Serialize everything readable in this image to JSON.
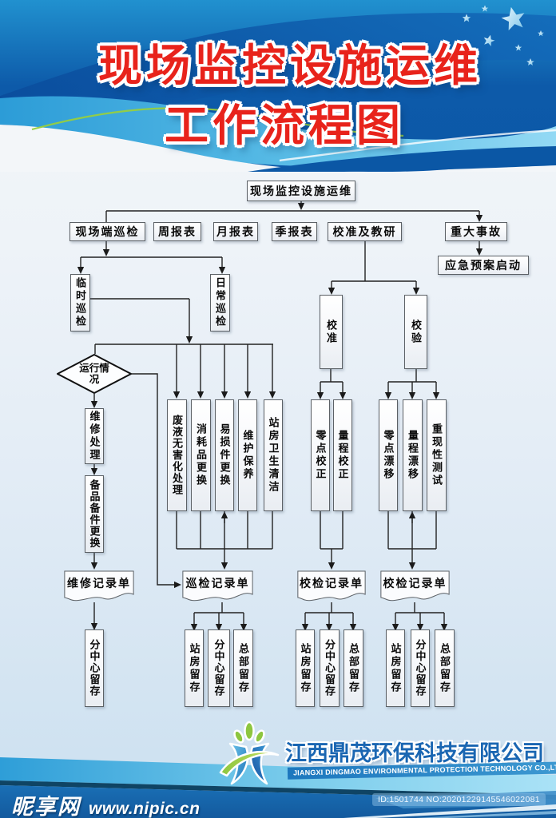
{
  "header": {
    "title_line1": "现场监控设施运维",
    "title_line2": "工作流程图"
  },
  "nodes": {
    "root": "现场监控设施运维",
    "site_inspection": "现场端巡检",
    "weekly_report": "周报表",
    "monthly_report": "月报表",
    "quarterly_report": "季报表",
    "calibration_research": "校准及教研",
    "major_accident": "重大事故",
    "emergency_plan": "应急预案启动",
    "temp_inspection": "临时巡检",
    "daily_inspection": "日常巡检",
    "operation_status": "运行情况",
    "repair_handling": "维修处理",
    "spare_parts_replacement": "备品备件更换",
    "waste_liquid_treatment": "废液无害化处理",
    "consumables_replacement": "消耗品更换",
    "wearing_parts_replacement": "易损件更换",
    "maintenance": "维护保养",
    "station_cleaning": "站房卫生清洁",
    "calibration": "校准",
    "verification": "校验",
    "zero_correction": "零点校正",
    "span_correction": "量程校正",
    "zero_drift": "零点漂移",
    "span_drift": "量程漂移",
    "repeatability_test": "重现性测试",
    "repair_record": "维修记录单",
    "inspection_record": "巡检记录单",
    "calibration_record": "校检记录单",
    "station_retention": "站房留存",
    "branch_retention": "分中心留存",
    "hq_retention": "总部留存"
  },
  "footer": {
    "company_cn": "江西鼎茂环保科技有限公司",
    "company_en": "JIANGXI DINGMAO ENVIRONMENTAL PROTECTION TECHNOLOGY CO.,LTD"
  },
  "watermark": {
    "site_name": "昵享网",
    "site_url": "www.nipic.cn",
    "id_text": "ID:1501744 NO:20201229145546022081"
  },
  "colors": {
    "title_red": "#e8231b",
    "header_blue": "#0c58a8",
    "cyan_accent": "#6fc9ee",
    "green_accent": "#8dc63f",
    "company_blue": "#1a66b2",
    "bar_blue": "#1766ad"
  }
}
